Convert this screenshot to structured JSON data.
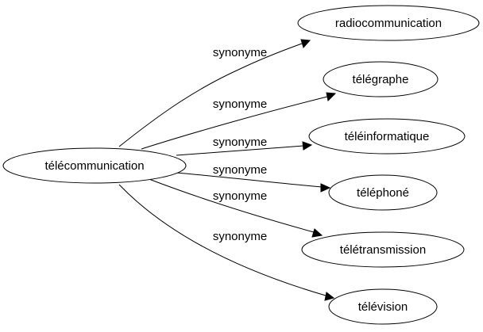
{
  "graph": {
    "center": {
      "label": "télécommunication"
    },
    "edge_label": "synonyme",
    "synonyms": [
      {
        "label": "radiocommunication"
      },
      {
        "label": "télégraphe"
      },
      {
        "label": "téléinformatique"
      },
      {
        "label": "téléphoné"
      },
      {
        "label": "télétransmission"
      },
      {
        "label": "télévision"
      }
    ]
  },
  "colors": {
    "stroke": "#000000",
    "fill": "#ffffff",
    "text": "#000000"
  }
}
